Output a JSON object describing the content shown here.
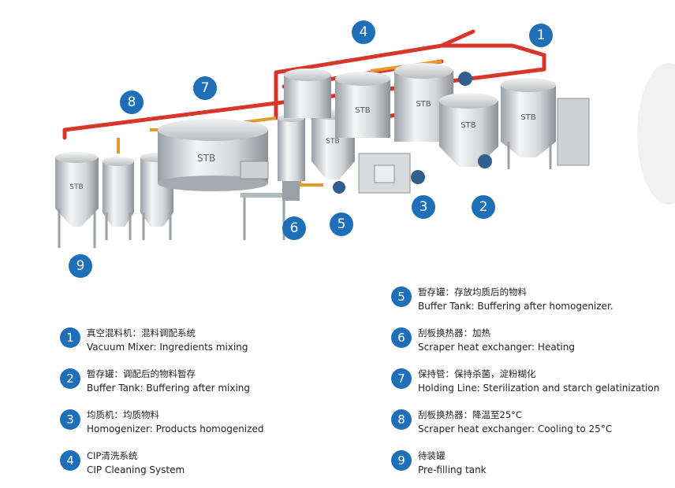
{
  "tank_brand": "STB",
  "markers": [
    {
      "id": "1",
      "label": "1"
    },
    {
      "id": "2",
      "label": "2"
    },
    {
      "id": "3",
      "label": "3"
    },
    {
      "id": "4",
      "label": "4"
    },
    {
      "id": "5",
      "label": "5"
    },
    {
      "id": "6",
      "label": "6"
    },
    {
      "id": "7",
      "label": "7"
    },
    {
      "id": "8",
      "label": "8"
    },
    {
      "id": "9",
      "label": "9"
    }
  ],
  "legend": [
    {
      "num": "1",
      "zh": "真空混料机：混料调配系统",
      "en": "Vacuum Mixer: Ingredients mixing"
    },
    {
      "num": "2",
      "zh": "暂存罐：调配后的物料暂存",
      "en": "Buffer Tank: Buffering after mixing"
    },
    {
      "num": "3",
      "zh": "均质机：均质物料",
      "en": "Homogenizer: Products homogenized"
    },
    {
      "num": "4",
      "zh": "CIP清洗系统",
      "en": "CIP Cleaning System"
    },
    {
      "num": "5",
      "zh": "暂存罐：存放均质后的物料",
      "en": "Buffer Tank: Buffering after homogenizer."
    },
    {
      "num": "6",
      "zh": "刮板换热器：加热",
      "en": "Scraper heat exchanger: Heating"
    },
    {
      "num": "7",
      "zh": "保持管：保持杀菌，淀粉糊化",
      "en": "Holding Line: Sterilization and starch gelatinization"
    },
    {
      "num": "8",
      "zh": "刮板换热器：降温至25°C",
      "en": "Scraper heat exchanger: Cooling to 25°C"
    },
    {
      "num": "9",
      "zh": "待装罐",
      "en": "Pre-filling tank"
    }
  ]
}
